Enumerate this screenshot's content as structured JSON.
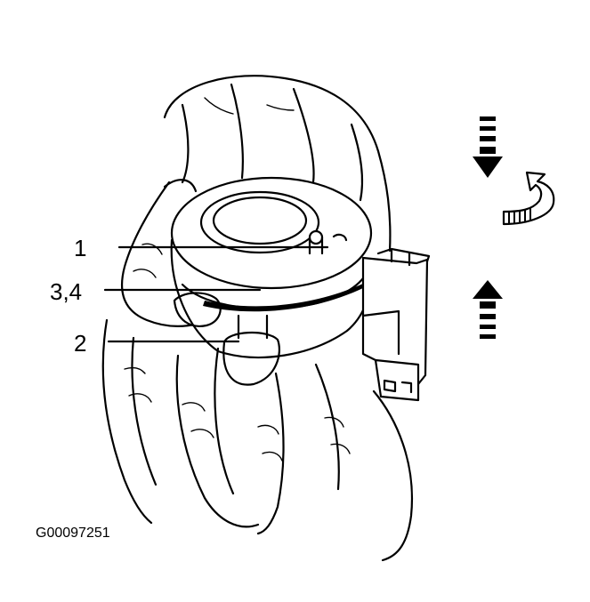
{
  "callouts": {
    "item_1": "1",
    "item_3_4": "3,4",
    "item_2": "2"
  },
  "figure_id": "G00097251",
  "colors": {
    "ink": "#000000",
    "paper": "#ffffff"
  },
  "icons": {
    "arrow_down": "dashed-arrow-down-icon",
    "arrow_up": "dashed-arrow-up-icon",
    "arrow_rotate": "curved-rotate-arrow-icon"
  }
}
